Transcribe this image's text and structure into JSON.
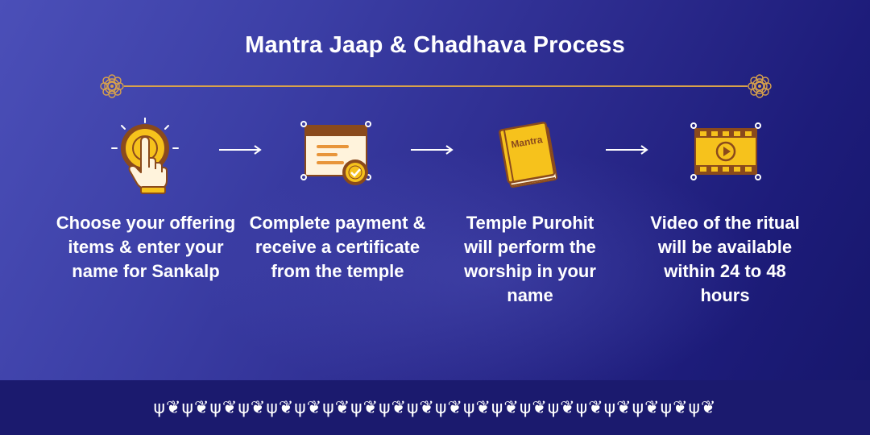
{
  "title": "Mantra Jaap & Chadhava Process",
  "steps": [
    {
      "icon": "tap-hand-icon",
      "text": "Choose your offering items & enter your name for Sankalp"
    },
    {
      "icon": "certificate-icon",
      "text": "Complete payment & receive a certificate from the temple"
    },
    {
      "icon": "mantra-book-icon",
      "text": "Temple Purohit will perform the worship in your name",
      "book_label": "Mantra"
    },
    {
      "icon": "video-reel-icon",
      "text": "Video of the ritual will be available within 24 to 48 hours"
    }
  ],
  "footer_pattern": "ψ❦ψ❦ψ❦ψ❦ψ❦ψ❦ψ❦ψ❦ψ❦ψ❦ψ❦ψ❦ψ❦ψ❦ψ❦ψ❦ψ❦ψ❦ψ❦ψ❦",
  "colors": {
    "background_start": "#4b4fb8",
    "background_end": "#16166a",
    "footer": "#1b1a6e",
    "accent_gold": "#d9a24a",
    "icon_yellow": "#f6c21c",
    "icon_brown": "#8a4a1c",
    "text": "#ffffff"
  }
}
